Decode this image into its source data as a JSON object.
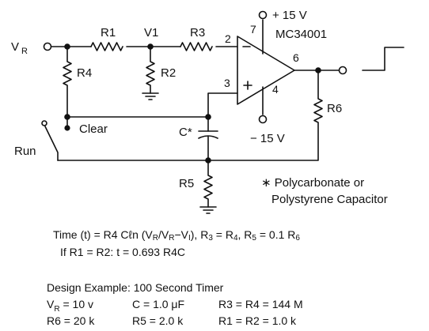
{
  "colors": {
    "ink": "#111111",
    "background": "#ffffff"
  },
  "diagram": {
    "input_label": "V",
    "input_sub": "R",
    "r1": "R1",
    "node_v1": "V1",
    "r3": "R3",
    "r4": "R4",
    "r2": "R2",
    "opamp": "MC34001",
    "supply_pos": "+ 15 V",
    "supply_neg": "− 15 V",
    "pin2": "2",
    "pin3": "3",
    "pin4": "4",
    "pin6": "6",
    "pin7": "7",
    "minus": "−",
    "plus": "+",
    "clear": "Clear",
    "capacitor": "C*",
    "r6": "R6",
    "r5": "R5",
    "run": "Run",
    "note_line1": "∗ Polycarbonate or",
    "note_line2": "Polystyrene Capacitor"
  },
  "equations": {
    "time_prefix": "Time (t) = R4 Cℓn (V",
    "time_sub1": "R",
    "time_mid1": "/V",
    "time_sub2": "R",
    "time_mid2": "−V",
    "time_sub3": "I",
    "time_mid3": "), R",
    "time_sub4": "3",
    "time_mid4": " = R",
    "time_sub5": "4",
    "time_mid5": ", R",
    "time_sub6": "5",
    "time_mid6": " = 0.1 R",
    "time_sub7": "6",
    "if_line": "If R1 = R2: t = 0.693 R4C"
  },
  "design": {
    "title": "Design Example: 100 Second Timer",
    "vr_prefix": "V",
    "vr_sub": "R",
    "vr_value": " = 10 v",
    "c_value": "C = 1.0 μF",
    "r3r4_value": "R3 = R4 = 144 M",
    "r6_value": "R6 = 20 k",
    "r5_value": "R5 = 2.0 k",
    "r1r2_value": "R1 = R2 = 1.0 k"
  }
}
